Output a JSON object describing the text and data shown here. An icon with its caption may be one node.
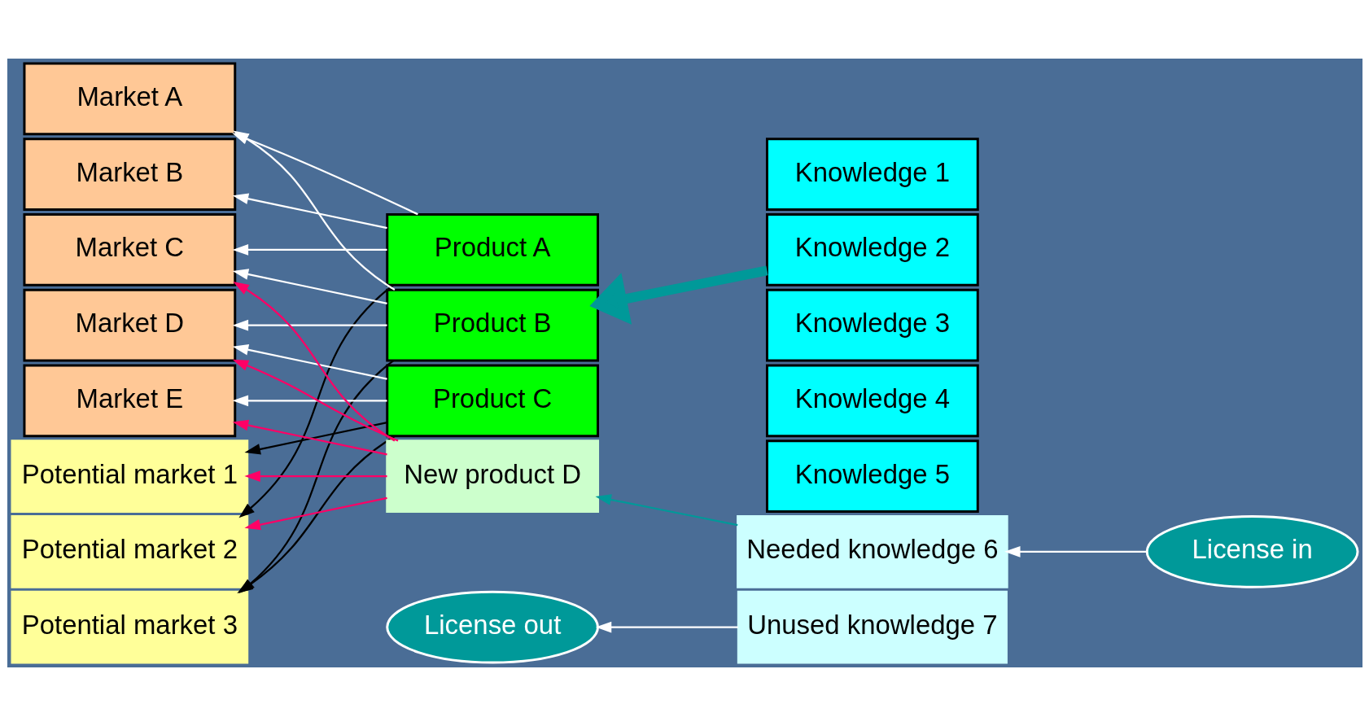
{
  "diagram": {
    "nodes": [
      {
        "text": [
          "Market A"
        ]
      },
      {
        "text": [
          "Market B"
        ]
      },
      {
        "text": [
          "Market C"
        ]
      },
      {
        "text": [
          "Market D"
        ]
      },
      {
        "text": [
          "Market E"
        ]
      },
      {
        "text": [
          "Potential market 1"
        ]
      },
      {
        "text": [
          "Potential market 2"
        ]
      },
      {
        "text": [
          "Potential market 3"
        ]
      },
      {
        "text": [
          "Product A"
        ]
      },
      {
        "text": [
          "Product B"
        ]
      },
      {
        "text": [
          "Product C"
        ]
      },
      {
        "text": [
          "New product D"
        ]
      },
      {
        "text": [
          "Knowledge 1"
        ]
      },
      {
        "text": [
          "Knowledge 2"
        ]
      },
      {
        "text": [
          "Knowledge 3"
        ]
      },
      {
        "text": [
          "Knowledge 4"
        ]
      },
      {
        "text": [
          "Knowledge 5"
        ]
      },
      {
        "text": [
          "Needed knowledge 6"
        ]
      },
      {
        "text": [
          "Unused knowledge 7"
        ]
      },
      {
        "text": [
          "License in"
        ]
      },
      {
        "text": [
          "License out"
        ]
      }
    ],
    "edges": [
      {
        "from": 8,
        "to": 0,
        "arrow": "to"
      },
      {
        "from": 8,
        "to": 1,
        "arrow": "to"
      },
      {
        "from": 8,
        "to": 2,
        "arrow": "to"
      },
      {
        "from": 9,
        "to": 0,
        "arrow": "to"
      },
      {
        "from": 9,
        "to": 2,
        "arrow": "to"
      },
      {
        "from": 9,
        "to": 3,
        "arrow": "to"
      },
      {
        "from": 10,
        "to": 3,
        "arrow": "to"
      },
      {
        "from": 10,
        "to": 4,
        "arrow": "to"
      },
      {
        "from": 8,
        "to": 6,
        "arrow": "to",
        "color": "#000000"
      },
      {
        "from": 9,
        "to": 7,
        "arrow": "to",
        "color": "#000000"
      },
      {
        "from": 10,
        "to": 5,
        "arrow": "to",
        "color": "#000000"
      },
      {
        "from": 10,
        "to": 7,
        "arrow": "to",
        "color": "#000000"
      },
      {
        "from": 11,
        "to": 2,
        "arrow": "to",
        "color": "#ff0066"
      },
      {
        "from": 11,
        "to": 3,
        "arrow": "to",
        "color": "#ff0066"
      },
      {
        "from": 11,
        "to": 4,
        "arrow": "to",
        "color": "#ff0066"
      },
      {
        "from": 11,
        "to": 5,
        "arrow": "to",
        "color": "#ff0066"
      },
      {
        "from": 11,
        "to": 6,
        "arrow": "to",
        "color": "#ff0066"
      },
      {
        "from": 13,
        "to": 9,
        "arrow": "to",
        "style": "thick",
        "color": "#009999"
      },
      {
        "from": 19,
        "to": 17,
        "arrow": "to"
      },
      {
        "from": 17,
        "to": 11,
        "arrow": "to",
        "color": "#009999"
      },
      {
        "from": 18,
        "to": 20,
        "arrow": "to"
      }
    ]
  }
}
